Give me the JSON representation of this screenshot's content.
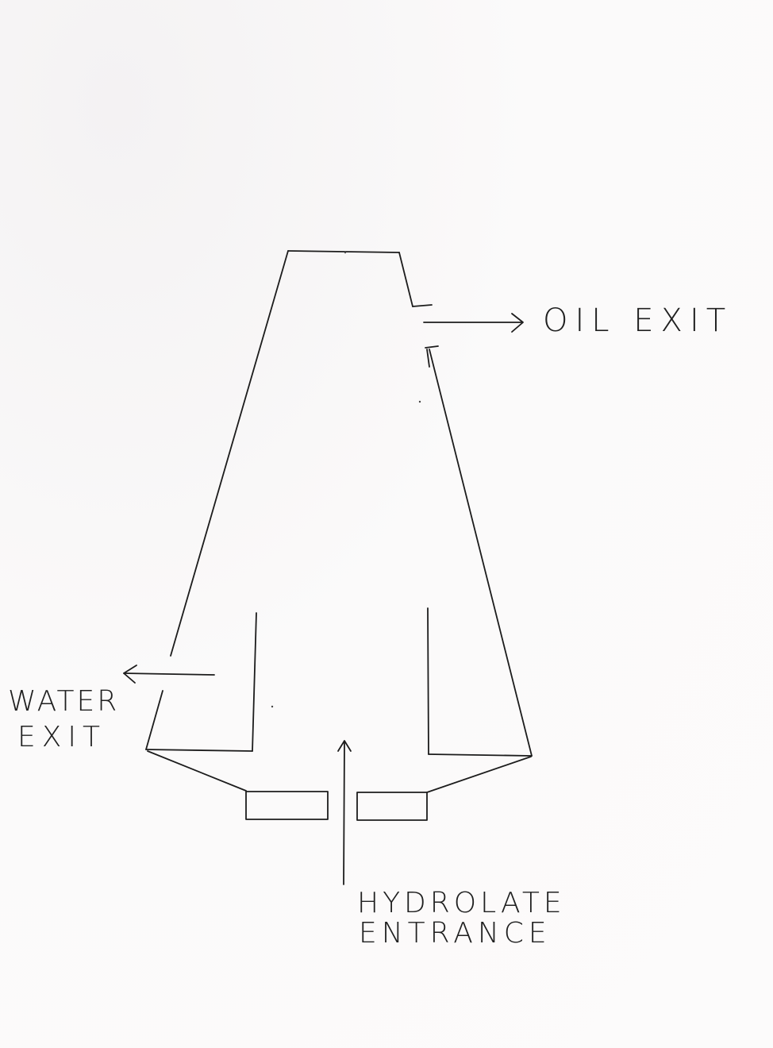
{
  "diagram": {
    "labels": {
      "oil_exit": "OIL EXIT",
      "water_exit_line1": "WATER",
      "water_exit_line2": "EXIT",
      "hydrolate_line1": "HYDROLATE",
      "hydrolate_line2": "ENTRANCE"
    },
    "ink_color": "#1c1c1c",
    "paper_color": "#fbfafa"
  }
}
